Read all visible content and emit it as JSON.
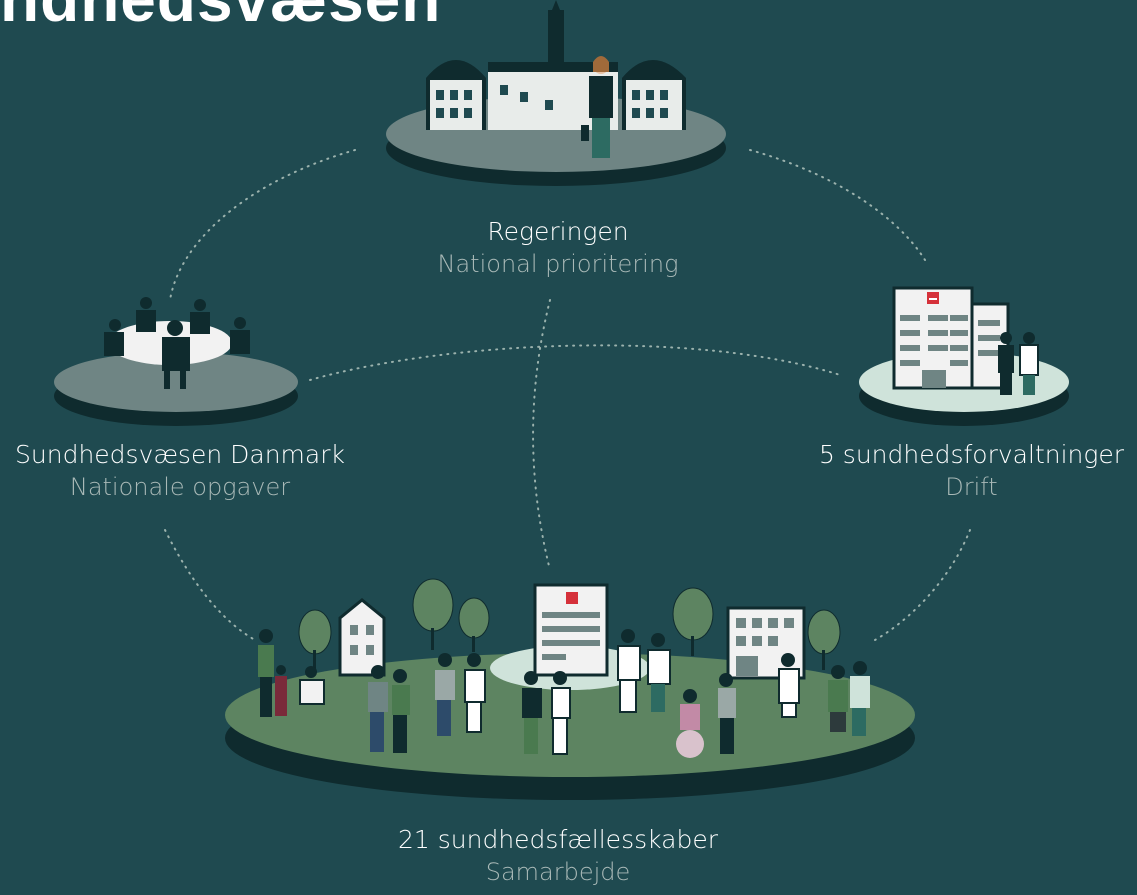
{
  "title": "ndhedsvæsen",
  "nodes": {
    "government": {
      "name": "Regeringen",
      "role": "National prioritering"
    },
    "national": {
      "name": "Sundhedsvæsen Danmark",
      "role": "Nationale opgaver"
    },
    "administrations": {
      "name": "5 sundhedsforvaltninger",
      "role": "Drift"
    },
    "communities": {
      "name": "21 sundhedsfællesskaber",
      "role": "Samarbejde"
    }
  },
  "colors": {
    "background": "#1f4a50",
    "platform_gray": "#6f8584",
    "platform_mint": "#cfe3da",
    "platform_green": "#5d8461",
    "platform_edge": "#0f2b2e",
    "accent_red": "#d5313a"
  },
  "icons": [
    "parliament-building-icon",
    "meeting-table-icon",
    "hospital-icon",
    "community-village-icon"
  ]
}
